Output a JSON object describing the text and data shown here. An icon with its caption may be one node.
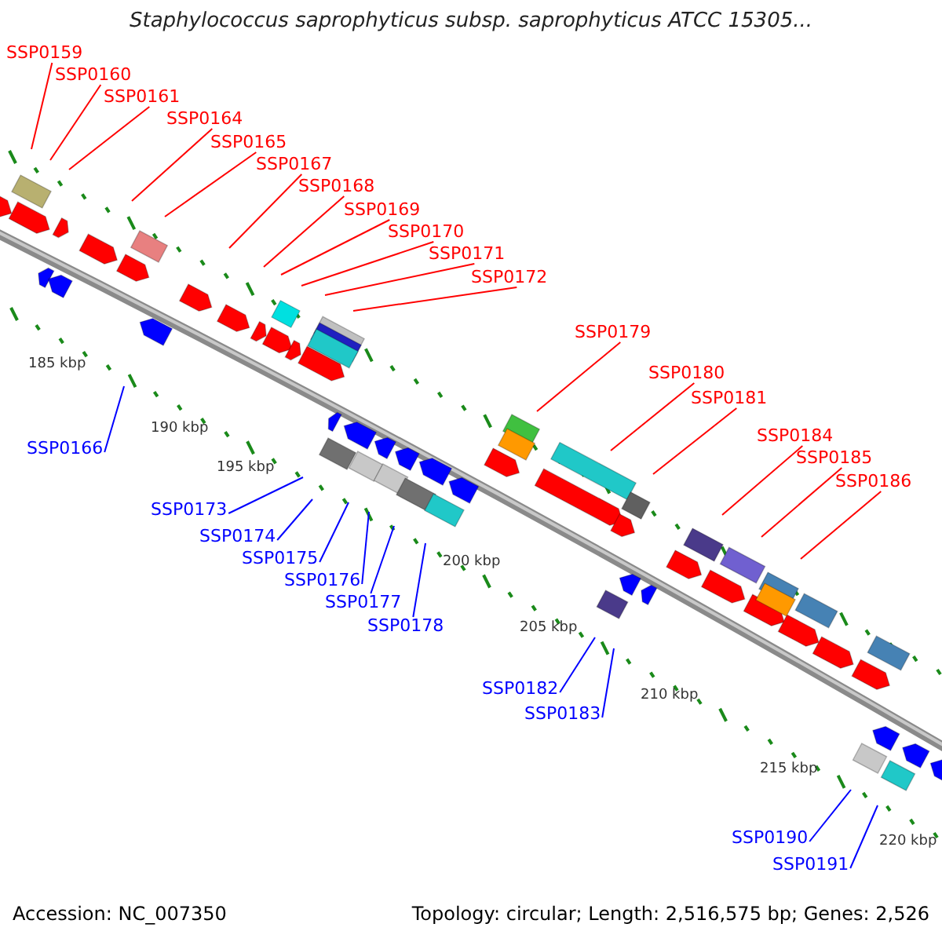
{
  "diagram": {
    "title": "Staphylococcus saprophyticus subsp. saprophyticus ATCC 15305...",
    "nodes": [
      {
        "text": [
          "SSP0159"
        ]
      },
      {
        "text": [
          "SSP0160"
        ]
      },
      {
        "text": [
          "SSP0161"
        ]
      },
      {
        "text": [
          "SSP0164"
        ]
      },
      {
        "text": [
          "SSP0165"
        ]
      },
      {
        "text": [
          "SSP0166"
        ]
      },
      {
        "text": [
          "SSP0167"
        ]
      },
      {
        "text": [
          "SSP0168"
        ]
      },
      {
        "text": [
          "SSP0169"
        ]
      },
      {
        "text": [
          "SSP0170"
        ]
      },
      {
        "text": [
          "SSP0171"
        ]
      },
      {
        "text": [
          "SSP0172"
        ]
      },
      {
        "text": [
          "SSP0173"
        ]
      },
      {
        "text": [
          "SSP0174"
        ]
      },
      {
        "text": [
          "SSP0175"
        ]
      },
      {
        "text": [
          "SSP0176"
        ]
      },
      {
        "text": [
          "SSP0177"
        ]
      },
      {
        "text": [
          "SSP0178"
        ]
      },
      {
        "text": [
          "SSP0179"
        ]
      },
      {
        "text": [
          "SSP0180"
        ]
      },
      {
        "text": [
          "SSP0181"
        ]
      },
      {
        "text": [
          "SSP0182"
        ]
      },
      {
        "text": [
          "SSP0183"
        ]
      },
      {
        "text": [
          "SSP0184"
        ]
      },
      {
        "text": [
          "SSP0185"
        ]
      },
      {
        "text": [
          "SSP0186"
        ]
      },
      {
        "text": [
          "SSP0190"
        ]
      },
      {
        "text": [
          "SSP0191"
        ]
      }
    ],
    "edges": [
      {
        "from": 0,
        "to": null,
        "arrow": "none"
      },
      {
        "from": 1,
        "to": null,
        "arrow": "none"
      },
      {
        "from": 2,
        "to": null,
        "arrow": "none"
      },
      {
        "from": 3,
        "to": null,
        "arrow": "none"
      },
      {
        "from": 4,
        "to": null,
        "arrow": "none"
      },
      {
        "from": 5,
        "to": null,
        "arrow": "none",
        "color": "#0000ff"
      },
      {
        "from": 6,
        "to": null,
        "arrow": "none"
      },
      {
        "from": 7,
        "to": null,
        "arrow": "none"
      },
      {
        "from": 8,
        "to": null,
        "arrow": "none"
      },
      {
        "from": 9,
        "to": null,
        "arrow": "none"
      },
      {
        "from": 10,
        "to": null,
        "arrow": "none"
      },
      {
        "from": 11,
        "to": null,
        "arrow": "none"
      },
      {
        "from": 12,
        "to": null,
        "arrow": "none",
        "color": "#0000ff"
      },
      {
        "from": 13,
        "to": null,
        "arrow": "none",
        "color": "#0000ff"
      },
      {
        "from": 14,
        "to": null,
        "arrow": "none",
        "color": "#0000ff"
      },
      {
        "from": 15,
        "to": null,
        "arrow": "none",
        "color": "#0000ff"
      },
      {
        "from": 16,
        "to": null,
        "arrow": "none",
        "color": "#0000ff"
      },
      {
        "from": 17,
        "to": null,
        "arrow": "none",
        "color": "#0000ff"
      },
      {
        "from": 18,
        "to": null,
        "arrow": "none"
      },
      {
        "from": 19,
        "to": null,
        "arrow": "none"
      },
      {
        "from": 20,
        "to": null,
        "arrow": "none"
      },
      {
        "from": 21,
        "to": null,
        "arrow": "none",
        "color": "#0000ff"
      },
      {
        "from": 22,
        "to": null,
        "arrow": "none",
        "color": "#0000ff"
      },
      {
        "from": 23,
        "to": null,
        "arrow": "none"
      },
      {
        "from": 24,
        "to": null,
        "arrow": "none"
      },
      {
        "from": 25,
        "to": null,
        "arrow": "none"
      },
      {
        "from": 26,
        "to": null,
        "arrow": "none",
        "color": "#0000ff"
      },
      {
        "from": 27,
        "to": null,
        "arrow": "none",
        "color": "#0000ff"
      }
    ],
    "labels": [
      "185 kbp",
      "190 kbp",
      "195 kbp",
      "200 kbp",
      "205 kbp",
      "210 kbp",
      "215 kbp",
      "220 kbp",
      "Accession: NC_007350",
      "Topology: circular; Length: 2,516,575 bp; Genes: 2,526"
    ]
  }
}
